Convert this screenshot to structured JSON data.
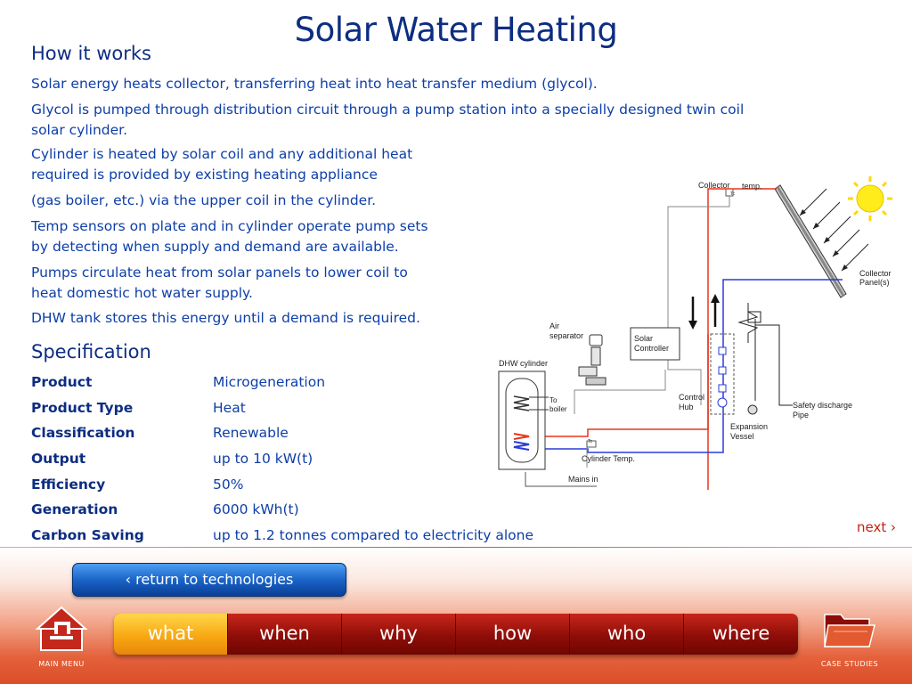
{
  "title": "Solar Water Heating",
  "how_it_works": {
    "heading": "How it works",
    "paragraphs": [
      [
        "Solar energy heats collector, transferring heat into heat transfer medium (glycol)."
      ],
      [
        "Glycol is pumped through distribution circuit through a pump station into a specially designed twin coil",
        "solar cylinder."
      ],
      [
        "Cylinder is heated by solar coil and any additional heat",
        "required is provided by existing heating appliance"
      ],
      [
        "(gas boiler, etc.) via the upper coil in the cylinder."
      ],
      [
        "Temp sensors on plate and in cylinder operate pump sets",
        "by detecting when supply and demand are available."
      ],
      [
        "Pumps circulate heat from solar panels to lower coil to",
        "heat domestic hot water supply."
      ],
      [
        "DHW tank stores this energy until a demand is required."
      ]
    ]
  },
  "specification": {
    "heading": "Specification",
    "rows": [
      {
        "label": "Product",
        "value": "Microgeneration"
      },
      {
        "label": "Product Type",
        "value": "Heat"
      },
      {
        "label": "Classification",
        "value": "Renewable"
      },
      {
        "label": "Output",
        "value": "up to 10 kW(t)"
      },
      {
        "label": "Efficiency",
        "value": "50%"
      },
      {
        "label": "Generation",
        "value": "6000 kWh(t)"
      },
      {
        "label": "Carbon Saving",
        "value": "up to 1.2 tonnes compared to electricity alone"
      }
    ]
  },
  "diagram": {
    "collector": "Collector",
    "temp": "temp.",
    "collector_panel_1": "Collector",
    "collector_panel_2": "Panel(s)",
    "air_separator_1": "Air",
    "air_separator_2": "separator",
    "solar_controller_1": "Solar",
    "solar_controller_2": "Controller",
    "dhw_cylinder": "DHW cylinder",
    "to_boiler_1": "To",
    "to_boiler_2": "boiler",
    "control_hub_1": "Control",
    "control_hub_2": "Hub",
    "safety_discharge_1": "Safety discharge",
    "safety_discharge_2": "Pipe",
    "expansion_vessel_1": "Expansion",
    "expansion_vessel_2": "Vessel",
    "cylinder_temp": "Cylinder Temp.",
    "mains_in": "Mains in",
    "sensor_tag": "Tc"
  },
  "next_label": "next ›",
  "return_label": "‹ return to technologies",
  "nav": {
    "tabs": [
      "what",
      "when",
      "why",
      "how",
      "who",
      "where"
    ],
    "active": "what",
    "main_menu": "MAIN MENU",
    "case_studies": "CASE STUDIES"
  },
  "colors": {
    "title": "#0d2d82",
    "body_text": "#0d3ea8",
    "nav_red": "#8e0d08",
    "nav_active": "#f8a813",
    "button_blue": "#1a64c8",
    "accent_orange": "#da4e28"
  }
}
